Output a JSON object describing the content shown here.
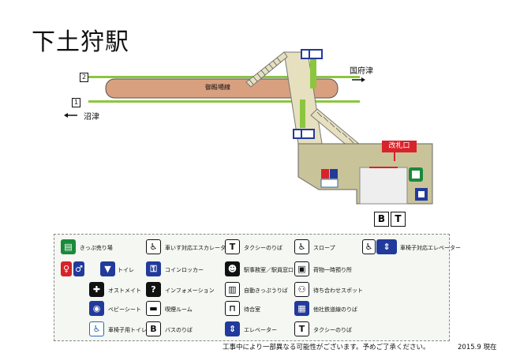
{
  "title": "下土狩駅",
  "platform": {
    "track2": "2",
    "track1": "1",
    "line_name": "御殿場線"
  },
  "directions": {
    "up": "国府津",
    "down": "沼津"
  },
  "gate_label": "改札口",
  "facility_marks": [
    "B",
    "T"
  ],
  "legend": [
    {
      "label": "きっぷ売り場",
      "icon": "ticket-vending-icon"
    },
    {
      "label": "車いす対応エスカレーター",
      "icon": "wheelchair-escalator-icon"
    },
    {
      "label": "タクシーのりば",
      "icon": "taxi-icon"
    },
    {
      "label": "スロープ",
      "icon": "slope-icon"
    },
    {
      "label": "車椅子対応エレベーター",
      "icon": "wheelchair-elevator-icon"
    },
    {
      "label": "トイレ",
      "icon": "toilet-icon"
    },
    {
      "label": "コインロッカー",
      "icon": "coin-locker-icon"
    },
    {
      "label": "駅事務室／駅員窓口",
      "icon": "station-office-icon"
    },
    {
      "label": "荷物一時預り所",
      "icon": "baggage-icon"
    },
    {
      "label": "オストメイト",
      "icon": "ostomate-icon"
    },
    {
      "label": "インフォメーション",
      "icon": "information-icon"
    },
    {
      "label": "自動きっぷうりば",
      "icon": "ticket-machine-icon"
    },
    {
      "label": "待ち合わせスポット",
      "icon": "meeting-spot-icon"
    },
    {
      "label": "ベビーシート",
      "icon": "baby-seat-icon"
    },
    {
      "label": "喫煙ルーム",
      "icon": "smoking-room-icon"
    },
    {
      "label": "待合室",
      "icon": "waiting-room-icon"
    },
    {
      "label": "他社鉄道線のりば",
      "icon": "other-railway-icon"
    },
    {
      "label": "車椅子用トイレ",
      "icon": "wheelchair-toilet-icon"
    },
    {
      "label": "バスのりば",
      "icon": "bus-icon"
    },
    {
      "label": "エレベーター",
      "icon": "elevator-icon"
    },
    {
      "label": "タクシーのりば",
      "icon": "taxi-icon"
    }
  ],
  "legend_marks": {
    "taxi": "T",
    "bus": "B",
    "info": "?"
  },
  "footer_note": "工事中により一部異なる可能性がございます。予めご了承ください。",
  "footer_date": "2015.9 現在"
}
